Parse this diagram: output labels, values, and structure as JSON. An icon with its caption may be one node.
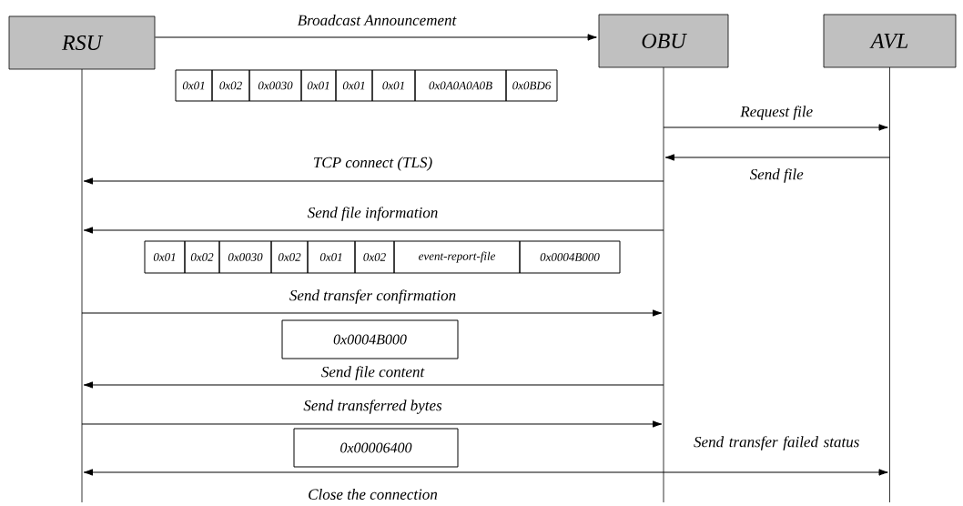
{
  "diagram": {
    "nodes": [
      {
        "text": [
          "RSU"
        ]
      },
      {
        "text": [
          "OBU"
        ]
      },
      {
        "text": [
          "AVL"
        ]
      },
      {
        "text": [
          "0x01"
        ]
      },
      {
        "text": [
          "0x02"
        ]
      },
      {
        "text": [
          "0x0030"
        ]
      },
      {
        "text": [
          "0x01"
        ]
      },
      {
        "text": [
          "0x01"
        ]
      },
      {
        "text": [
          "0x01"
        ]
      },
      {
        "text": [
          "0x0A0A0A0B"
        ]
      },
      {
        "text": [
          "0x0BD6"
        ]
      },
      {
        "text": [
          "0x01"
        ]
      },
      {
        "text": [
          "0x02"
        ]
      },
      {
        "text": [
          "0x0030"
        ]
      },
      {
        "text": [
          "0x02"
        ]
      },
      {
        "text": [
          "0x01"
        ]
      },
      {
        "text": [
          "0x02"
        ]
      },
      {
        "text": [
          "event-report-file"
        ]
      },
      {
        "text": [
          "0x0004B000"
        ]
      },
      {
        "text": [
          "0x0004B000"
        ]
      },
      {
        "text": [
          "0x00006400"
        ]
      },
      {
        "text": [],
        "shape": "line"
      },
      {
        "text": [],
        "shape": "line"
      },
      {
        "text": [],
        "shape": "line"
      }
    ],
    "edges": [
      {
        "from": 0,
        "to": 1,
        "arrow": "to",
        "label": "Broadcast Announcement"
      },
      {
        "from": 22,
        "to": 23,
        "arrow": "to",
        "label": "Request file"
      },
      {
        "from": 23,
        "to": 22,
        "arrow": "to",
        "label": "Send file"
      },
      {
        "from": 22,
        "to": 21,
        "arrow": "to",
        "label": "TCP connect (TLS)"
      },
      {
        "from": 22,
        "to": 21,
        "arrow": "to",
        "label": "Send file information"
      },
      {
        "from": 21,
        "to": 22,
        "arrow": "to",
        "label": "Send transfer confirmation"
      },
      {
        "from": 22,
        "to": 21,
        "arrow": "to",
        "label": "Send file content"
      },
      {
        "from": 21,
        "to": 22,
        "arrow": "to",
        "label": "Send transferred bytes"
      },
      {
        "from": 22,
        "to": 23,
        "arrow": "to",
        "label": "Send transfer failed status"
      },
      {
        "from": 22,
        "to": 21,
        "arrow": "to",
        "label": "Close the connection"
      }
    ]
  }
}
